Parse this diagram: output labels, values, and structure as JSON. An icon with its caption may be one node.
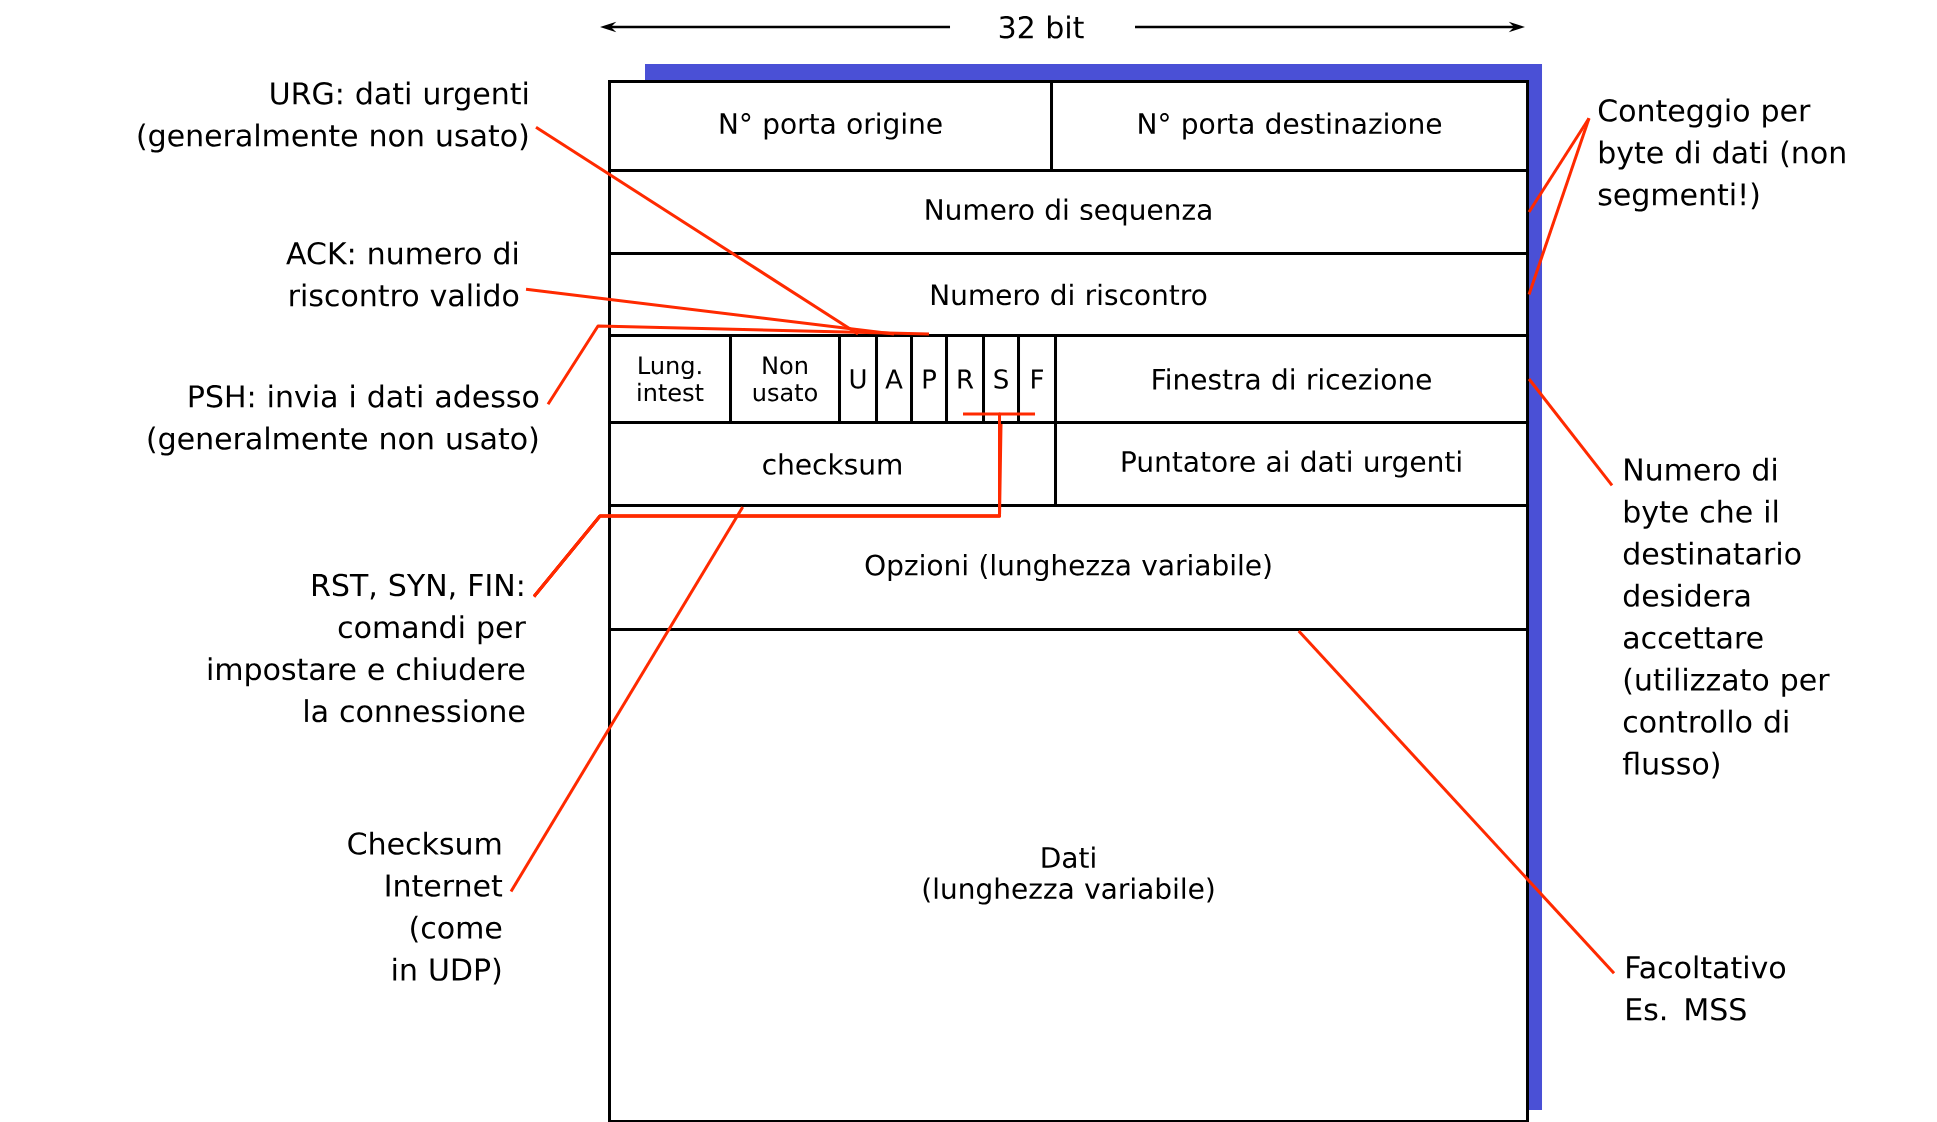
{
  "diagram": {
    "nodes": [
      {
        "text": [
          "N° porta origine"
        ]
      },
      {
        "text": [
          "N° porta destinazione"
        ]
      },
      {
        "text": [
          "Numero di sequenza"
        ]
      },
      {
        "text": [
          "Numero di riscontro"
        ]
      },
      {
        "text": [
          "Lung. intest"
        ]
      },
      {
        "text": [
          "Non usato"
        ]
      },
      {
        "text": [
          "U"
        ]
      },
      {
        "text": [
          "A"
        ]
      },
      {
        "text": [
          "P"
        ]
      },
      {
        "text": [
          "R"
        ]
      },
      {
        "text": [
          "S"
        ]
      },
      {
        "text": [
          "F"
        ]
      },
      {
        "text": [
          "Finestra di ricezione"
        ]
      },
      {
        "text": [
          "checksum"
        ]
      },
      {
        "text": [
          "Puntatore ai dati urgenti"
        ]
      },
      {
        "text": [
          "Opzioni (lunghezza variabile)"
        ]
      },
      {
        "text": [
          "Dati",
          "(lunghezza variabile)"
        ]
      },
      {
        "text": [
          "URG: dati urgenti (generalmente non usato)"
        ]
      },
      {
        "text": [
          "ACK: numero di riscontro valido"
        ]
      },
      {
        "text": [
          "PSH: invia i dati adesso (generalmente non usato)"
        ]
      },
      {
        "text": [
          "RST, SYN, FIN: comandi per impostare e chiudere la connessione"
        ]
      },
      {
        "text": [
          "Checksum Internet (come in UDP)"
        ]
      },
      {
        "text": [
          "Conteggio per byte di dati (non segmenti!)"
        ]
      },
      {
        "text": [
          "Numero di byte che il destinatario desidera accettare (utilizzato per controllo di flusso)"
        ]
      },
      {
        "text": [
          "Facoltativo Es. MSS"
        ]
      }
    ],
    "edges": [
      {
        "from": 17,
        "to": 6,
        "arrow": "none"
      },
      {
        "from": 18,
        "to": 7,
        "arrow": "none"
      },
      {
        "from": 19,
        "to": 8,
        "arrow": "none"
      },
      {
        "from": 20,
        "to": 9,
        "arrow": "none"
      },
      {
        "from": 20,
        "to": 10,
        "arrow": "none"
      },
      {
        "from": 20,
        "to": 11,
        "arrow": "none"
      },
      {
        "from": 21,
        "to": 13,
        "arrow": "none"
      },
      {
        "from": 22,
        "to": 2,
        "arrow": "none"
      },
      {
        "from": 22,
        "to": 3,
        "arrow": "none"
      },
      {
        "from": 23,
        "to": 12,
        "arrow": "none"
      },
      {
        "from": 24,
        "to": 15,
        "arrow": "none"
      }
    ],
    "labels": [
      "32 bit"
    ]
  }
}
